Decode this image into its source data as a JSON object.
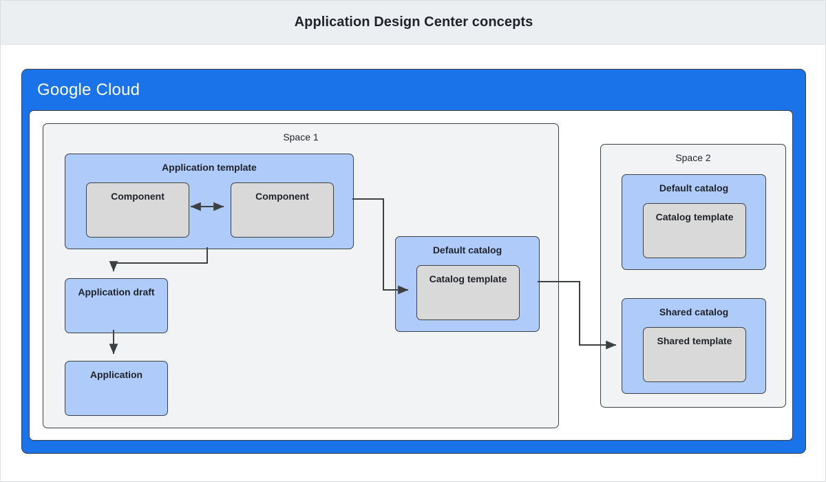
{
  "page": {
    "title": "Application Design Center concepts",
    "background": "#ffffff",
    "title_bar_background": "#eceff1"
  },
  "cloud_frame": {
    "logo_primary": "Google",
    "logo_secondary": "Cloud",
    "brand_color": "#1a73e8",
    "logo_color": "#ffffff"
  },
  "colors": {
    "blue_fill": "#aecbfa",
    "gray_fill": "#d9d9d9",
    "space_fill": "#f1f3f4",
    "stroke": "#3c4043",
    "text": "#1f2329"
  },
  "diagram": {
    "spaces": [
      {
        "id": "space-1",
        "label": "Space 1",
        "blocks": [
          {
            "id": "application-template",
            "label": "Application template",
            "fill": "blue",
            "children": [
              {
                "id": "component-left",
                "label": "Component",
                "fill": "gray"
              },
              {
                "id": "component-right",
                "label": "Component",
                "fill": "gray"
              }
            ]
          },
          {
            "id": "application-draft",
            "label": "Application draft",
            "fill": "blue",
            "children": []
          },
          {
            "id": "application",
            "label": "Application",
            "fill": "blue",
            "children": []
          },
          {
            "id": "default-catalog-space-1",
            "label": "Default catalog",
            "fill": "blue",
            "children": [
              {
                "id": "catalog-template-space-1",
                "label": "Catalog template",
                "fill": "gray"
              }
            ]
          }
        ]
      },
      {
        "id": "space-2",
        "label": "Space 2",
        "blocks": [
          {
            "id": "default-catalog-space-2",
            "label": "Default catalog",
            "fill": "blue",
            "children": [
              {
                "id": "catalog-template-space-2",
                "label": "Catalog template",
                "fill": "gray"
              }
            ]
          },
          {
            "id": "shared-catalog-space-2",
            "label": "Shared catalog",
            "fill": "blue",
            "children": [
              {
                "id": "shared-template-space-2",
                "label": "Shared template",
                "fill": "gray"
              }
            ]
          }
        ]
      }
    ],
    "connectors": [
      {
        "id": "component-to-component",
        "from": "component-left",
        "to": "component-right",
        "arrows": "both"
      },
      {
        "id": "application-template-to-application-draft",
        "from": "application-template",
        "to": "application-draft",
        "arrows": "end"
      },
      {
        "id": "application-draft-to-application",
        "from": "application-draft",
        "to": "application",
        "arrows": "end"
      },
      {
        "id": "application-template-to-catalog-template",
        "from": "application-template",
        "to": "catalog-template-space-1",
        "arrows": "end"
      },
      {
        "id": "default-catalog-to-shared-catalog",
        "from": "default-catalog-space-1",
        "to": "shared-catalog-space-2",
        "arrows": "end"
      }
    ]
  }
}
